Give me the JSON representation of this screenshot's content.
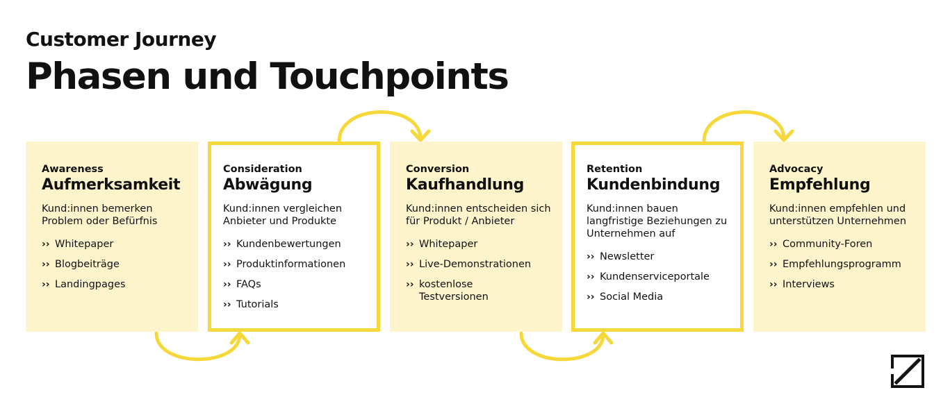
{
  "header": {
    "subtitle": "Customer Journey",
    "title": "Phasen und Touchpoints"
  },
  "colors": {
    "accent": "#f7d83a",
    "card_fill": "#fdf4cc",
    "text": "#111111"
  },
  "bullet_symbol": "››",
  "phases": [
    {
      "phase_en": "Awareness",
      "phase_de": "Aufmerksamkeit",
      "description": "Kund:innen bemerken Problem oder Befürfnis",
      "touchpoints": [
        "Whitepaper",
        "Blogbeiträge",
        "Landingpages"
      ]
    },
    {
      "phase_en": "Consideration",
      "phase_de": "Abwägung",
      "description": "Kund:innen vergleichen Anbieter und Produkte",
      "touchpoints": [
        "Kundenbewertungen",
        "Produktinformationen",
        "FAQs",
        "Tutorials"
      ]
    },
    {
      "phase_en": "Conversion",
      "phase_de": "Kaufhandlung",
      "description": "Kund:innen entscheiden sich für Produkt / Anbieter",
      "touchpoints": [
        "Whitepaper",
        "Live-Demonstrationen",
        "kostenlose Testversionen"
      ]
    },
    {
      "phase_en": "Retention",
      "phase_de": "Kundenbindung",
      "description": "Kund:innen bauen langfristige Beziehungen zu Unternehmen auf",
      "touchpoints": [
        "Newsletter",
        "Kundenserviceportale",
        "Social Media"
      ]
    },
    {
      "phase_en": "Advocacy",
      "phase_de": "Empfehlung",
      "description": "Kund:innen empfehlen und unterstützen Unternehmen",
      "touchpoints": [
        "Community-Foren",
        "Empfehlungsprogramm",
        "Interviews"
      ]
    }
  ]
}
